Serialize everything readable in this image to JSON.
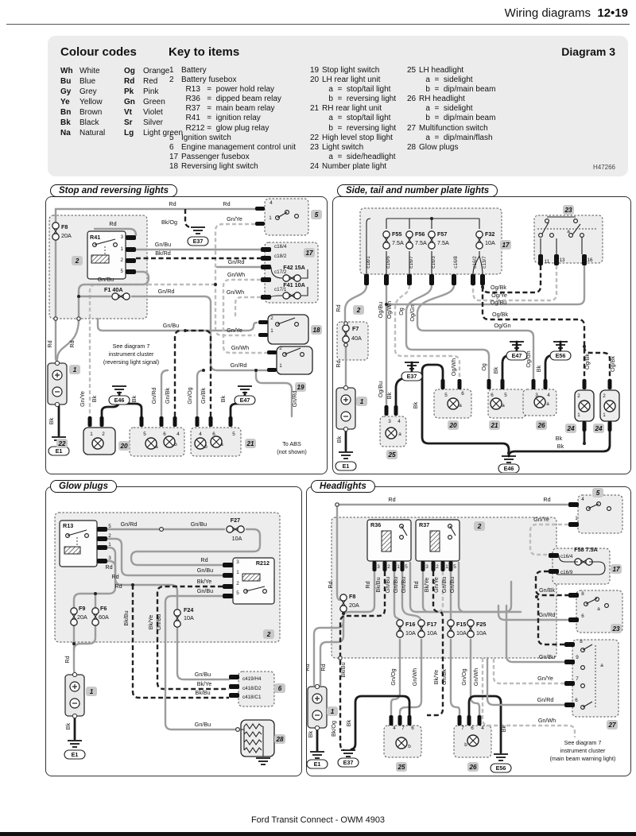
{
  "header": {
    "title": "Wiring diagrams",
    "page": "12•19"
  },
  "legend": {
    "colour_title": "Colour codes",
    "colours": [
      {
        "c1": "Wh",
        "n1": "White",
        "c2": "Og",
        "n2": "Orange"
      },
      {
        "c1": "Bu",
        "n1": "Blue",
        "c2": "Rd",
        "n2": "Red"
      },
      {
        "c1": "Gy",
        "n1": "Grey",
        "c2": "Pk",
        "n2": "Pink"
      },
      {
        "c1": "Ye",
        "n1": "Yellow",
        "c2": "Gn",
        "n2": "Green"
      },
      {
        "c1": "Bn",
        "n1": "Brown",
        "c2": "Vt",
        "n2": "Violet"
      },
      {
        "c1": "Bk",
        "n1": "Black",
        "c2": "Sr",
        "n2": "Silver"
      },
      {
        "c1": "Na",
        "n1": "Natural",
        "c2": "Lg",
        "n2": "Light green"
      }
    ],
    "key_title": "Key to items",
    "key_col1": [
      {
        "n": "1",
        "t": "Battery"
      },
      {
        "n": "2",
        "t": "Battery fusebox"
      },
      {
        "n": "",
        "t": "  R13   =  power hold relay"
      },
      {
        "n": "",
        "t": "  R36   =  dipped beam relay"
      },
      {
        "n": "",
        "t": "  R37   =  main beam relay"
      },
      {
        "n": "",
        "t": "  R41   =  ignition relay"
      },
      {
        "n": "",
        "t": "  R212 =  glow plug relay"
      },
      {
        "n": "5",
        "t": "Ignition switch"
      },
      {
        "n": "6",
        "t": "Engine management control unit"
      },
      {
        "n": "17",
        "t": "Passenger fusebox"
      },
      {
        "n": "18",
        "t": "Reversing light switch"
      }
    ],
    "key_col2": [
      {
        "n": "19",
        "t": "Stop light switch"
      },
      {
        "n": "20",
        "t": "LH rear light unit"
      },
      {
        "n": "",
        "t": "   a  =  stop/tail light"
      },
      {
        "n": "",
        "t": "   b  =  reversing light"
      },
      {
        "n": "21",
        "t": "RH rear light unit"
      },
      {
        "n": "",
        "t": "   a  =  stop/tail light"
      },
      {
        "n": "",
        "t": "   b  =  reversing light"
      },
      {
        "n": "22",
        "t": "High level stop llight"
      },
      {
        "n": "23",
        "t": "Light switch"
      },
      {
        "n": "",
        "t": "   a  =  side/headlight"
      },
      {
        "n": "24",
        "t": "Number plate light"
      }
    ],
    "key_col3": [
      {
        "n": "25",
        "t": "LH headlight"
      },
      {
        "n": "",
        "t": "   a  =  sidelight"
      },
      {
        "n": "",
        "t": "   b  =  dip/main beam"
      },
      {
        "n": "26",
        "t": "RH headlight"
      },
      {
        "n": "",
        "t": "   a  =  sidelight"
      },
      {
        "n": "",
        "t": "   b  =  dip/main beam"
      },
      {
        "n": "27",
        "t": "Multifunction switch"
      },
      {
        "n": "",
        "t": "   a  =  dip/main/flash"
      },
      {
        "n": "28",
        "t": "Glow plugs"
      }
    ],
    "diagram": "Diagram 3",
    "ref": "H47266"
  },
  "panels": {
    "stop": {
      "title": "Stop and reversing lights",
      "labels": [
        "Rd",
        "Rd",
        "Bk/Og",
        "E37",
        "4",
        "1",
        "Gn/Ye",
        "5",
        "F8",
        "20A",
        "2",
        "R41",
        "Rd",
        "3",
        "1",
        "2",
        "5",
        "Gn/Bu",
        "Bk/Rd",
        "Gn/Bu",
        "F1 40A",
        "Gn/Rd",
        "c16/4",
        "c18/2",
        "17",
        "Gn/Rd",
        "c17/2",
        "F42 15A",
        "Gn/Wh",
        "c17/1",
        "F41 10A",
        "Gn/Wh",
        "Gn/Bu",
        "2",
        "1",
        "Gn/Ye",
        "18",
        "Gn/Wh",
        "Gn/Rd",
        "2",
        "1",
        "19",
        "See diagram 7",
        "instrument cluster",
        "(reversing light signal)",
        "Rd",
        "Rd",
        "1",
        "Bk",
        "E1",
        "Gn/Ye",
        "Bk",
        "E46",
        "1",
        "2",
        "22",
        "Bk",
        "Gn/Rd",
        "Gn/Bk",
        "5",
        "6",
        "4",
        "a",
        "b",
        "20",
        "Gn/Og",
        "Gn/Bk",
        "Bk",
        "4",
        "6",
        "5",
        "b",
        "a",
        "21",
        "E47",
        "Gn/Rd",
        "To ABS",
        "(not shown)"
      ]
    },
    "side": {
      "title": "Side, tail and number plate lights",
      "labels": [
        "F55",
        "7.5A",
        "F56",
        "7.5A",
        "F57",
        "7.5A",
        "F32",
        "10A",
        "17",
        "c18/1",
        "c16/6",
        "c16/7",
        "c16/3",
        "c16/8",
        "c16/2",
        "c13/7",
        "23",
        "a",
        "11",
        "13",
        "16",
        "Og/Bk",
        "Og/Ye",
        "Og/Bu",
        "Og/Bk",
        "Og/Gn",
        "Rd",
        "2",
        "F7",
        "40A",
        "Rd",
        "1",
        "Bk",
        "E1",
        "Og/Bu",
        "Og/Wh",
        "Og",
        "Og/Gn",
        "E37",
        "Bk",
        "Og/Bu",
        "3",
        "4",
        "a",
        "25",
        "Og/Wh",
        "Og",
        "Bk",
        "5",
        "6",
        "a",
        "20",
        "Bk",
        "E47",
        "6",
        "5",
        "a",
        "21",
        "Og/Gn",
        "Bk",
        "E56",
        "3",
        "4",
        "a",
        "26",
        "Og/Bk",
        "Og/Bk",
        "2",
        "1",
        "2",
        "1",
        "24",
        "24",
        "Bk",
        "Bk",
        "E46"
      ]
    },
    "glow": {
      "title": "Glow plugs",
      "labels": [
        "R13",
        "5",
        "2",
        "1",
        "3",
        "Gn/Rd",
        "Gn/Bu",
        "F27",
        "10A",
        "Rd",
        "Rd",
        "Rd",
        "Rd",
        "Gn/Bu",
        "Bk/Ye",
        "Gn/Bu",
        "R212",
        "3",
        "1",
        "2",
        "5",
        "F9",
        "20A",
        "F6",
        "60A",
        "Bk/Bu",
        "Bk/Ye",
        "Gn/Bu",
        "F24",
        "10A",
        "2",
        "Rd",
        "1",
        "Bk",
        "E1",
        "Gn/Bu",
        "Bk/Ye",
        "Bk/Bu",
        "c419/H4",
        "c418/D2",
        "c418/C1",
        "6",
        "Gn/Bu",
        "28"
      ]
    },
    "head": {
      "title": "Headlights",
      "labels": [
        "Rd",
        "Rd",
        "R36",
        "R37",
        "2",
        "3",
        "2",
        "1",
        "5",
        "3",
        "2",
        "1",
        "5",
        "Rd",
        "F8",
        "20A",
        "Rd",
        "Bk/Bu",
        "Gn/Bu",
        "Gn/Bu",
        "Gn/Bu",
        "Rd",
        "Bk/Ye",
        "Gn/Ye",
        "Gn/Bu",
        "Gn/Bu",
        "F16",
        "10A",
        "F17",
        "10A",
        "F15",
        "10A",
        "F25",
        "10A",
        "Rd",
        "Rd",
        "1",
        "Bk",
        "E1",
        "Bk/Bu",
        "Bk/Og",
        "Bk",
        "E37",
        "Gn/Og",
        "Gn/Wh",
        "Bk/Ye",
        "Gn/Bk",
        "Gn/Og",
        "Gn/Wh",
        "4",
        "7",
        "6",
        "b",
        "25",
        "7",
        "6",
        "4",
        "b",
        "26",
        "Bk",
        "E56",
        "5",
        "4",
        "1",
        "Gn/Ye",
        "c16/4",
        "F58 7.5A",
        "c16/9",
        "17",
        "Gn/Bk",
        "8",
        "a",
        "6",
        "Gn/Rd",
        "23",
        "8",
        "Gn/Bu",
        "9",
        "a",
        "Gn/Ye",
        "7",
        "Gn/Rd",
        "6",
        "27",
        "Gn/Wh",
        "See diagram 7",
        "instrument cluster",
        "(main beam warning light)"
      ]
    }
  },
  "footer": {
    "text": "Ford Transit Connect - OWM 4903"
  }
}
